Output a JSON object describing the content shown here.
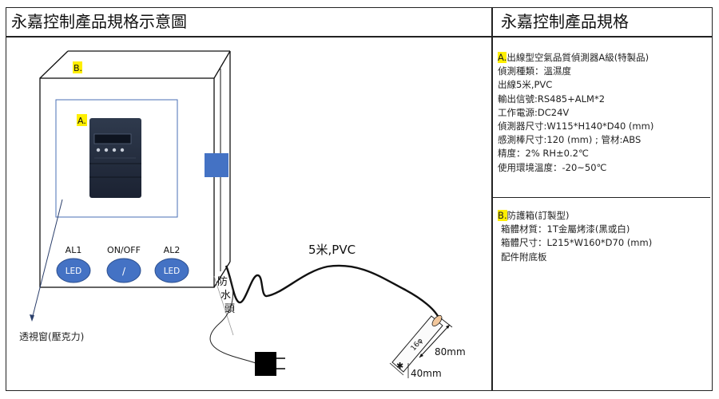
{
  "header": {
    "left_title": "永嘉控制產品規格示意圖",
    "right_title": "永嘉控制產品規格"
  },
  "spec_a": {
    "marker": "A.",
    "title": "出線型空氣品質偵測器A級(特製品)",
    "lines": [
      "偵測種類：溫濕度",
      "出線5米,PVC",
      "輸出信號:RS485+ALM*2",
      "工作電源:DC24V",
      "偵測器尺寸:W115*H140*D40 (mm)",
      "感測棒尺寸:120 (mm) ; 管材:ABS",
      "精度：2% RH±0.2℃",
      "使用環境溫度：-20~50℃"
    ]
  },
  "spec_b": {
    "marker": "B.",
    "title": "防護箱(訂製型)",
    "lines": [
      "箱體材質：1T金屬烤漆(黑或白)",
      "箱體尺寸：L215*W160*D70 (mm)",
      "配件附底板"
    ]
  },
  "diagram": {
    "box_marker": "B.",
    "device_marker": "A.",
    "window_label": "透視窗(壓克力)",
    "buttons": [
      {
        "label": "AL1",
        "text": "LED"
      },
      {
        "label": "ON/OFF",
        "text": "/"
      },
      {
        "label": "AL2",
        "text": "LED"
      }
    ],
    "cable_label": "5米,PVC",
    "waterproof_label": [
      "防",
      "水",
      "頭"
    ],
    "probe_diameter": "16φ",
    "probe_length": "80mm",
    "probe_tip": "40mm"
  },
  "colors": {
    "button_fill": "#4472c4",
    "window_border": "#4a6fb5",
    "highlight": "#ffef00",
    "side_square": "#4472c4"
  }
}
